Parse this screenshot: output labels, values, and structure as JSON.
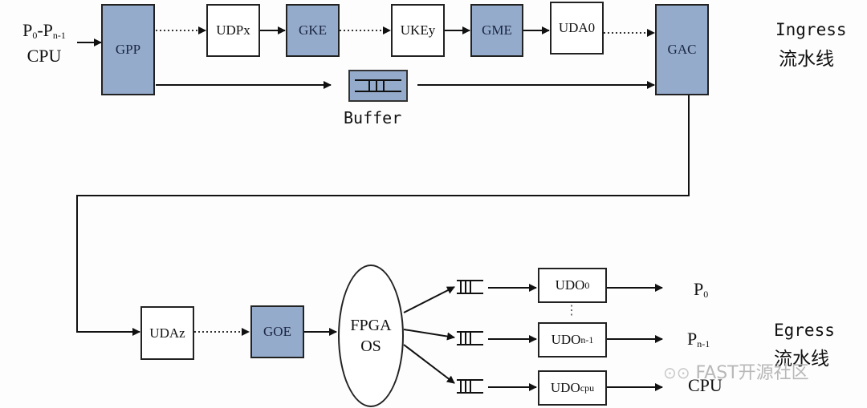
{
  "ingress": {
    "input_label_main": "P",
    "input_label_sub0": "0",
    "input_label_dash": "-P",
    "input_label_sub1": "n-1",
    "input_label_cpu": "CPU",
    "title_en": "Ingress",
    "title_zh": "流水线",
    "modules": [
      {
        "id": "GPP",
        "label": "GPP",
        "style": "blue"
      },
      {
        "id": "UDPx",
        "label": "UDPx",
        "style": "white"
      },
      {
        "id": "GKE",
        "label": "GKE",
        "style": "blue"
      },
      {
        "id": "UKEy",
        "label": "UKEy",
        "style": "white"
      },
      {
        "id": "GME",
        "label": "GME",
        "style": "blue"
      },
      {
        "id": "UDA0",
        "label": "UDA0",
        "style": "white"
      },
      {
        "id": "GAC",
        "label": "GAC",
        "style": "blue"
      }
    ],
    "buffer_label": "Buffer"
  },
  "egress": {
    "title_en": "Egress",
    "title_zh": "流水线",
    "modules": [
      {
        "id": "UDAz",
        "label": "UDAz",
        "style": "white"
      },
      {
        "id": "GOE",
        "label": "GOE",
        "style": "blue"
      }
    ],
    "os_line1": "FPGA",
    "os_line2": "OS",
    "outputs": [
      {
        "module_main": "UDO",
        "module_sub": "0",
        "port_main": "P",
        "port_sub": "0"
      },
      {
        "module_main": "UDO",
        "module_sub": "n-1",
        "port_main": "P",
        "port_sub": "n-1"
      },
      {
        "module_main": "UDO",
        "module_sub": "cpu",
        "port_main": "CPU",
        "port_sub": ""
      }
    ],
    "ellipsis": "⋮"
  },
  "watermark": {
    "icon": "wechat-icon",
    "text": "FAST开源社区"
  },
  "colors": {
    "module_fill": "#94abcb",
    "line": "#111111"
  }
}
